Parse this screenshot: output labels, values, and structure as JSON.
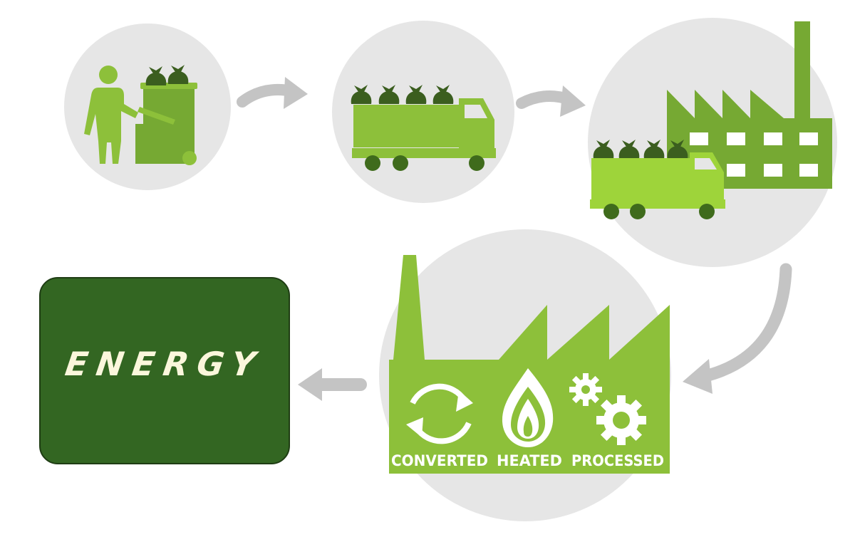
{
  "energy": {
    "label": "ENERGY"
  },
  "process_labels": {
    "converted": "CONVERTED",
    "heated": "HEATED",
    "processed": "PROCESSED"
  },
  "colors": {
    "bright_green": "#8dc03a",
    "mid_green": "#76a933",
    "dark_green": "#4b7a1f",
    "bag_green": "#3b5e1f",
    "wheel_green": "#3f6b1c",
    "circle_gray": "#e6e6e6",
    "arrow_gray": "#c4c4c4",
    "energy_bg": "#336622",
    "energy_text": "#fbf7dc"
  },
  "icons": [
    "person-icon",
    "waste-bin-icon",
    "garbage-bag-icon",
    "truck-icon",
    "factory-icon",
    "recycle-icon",
    "flame-icon",
    "gear-icon",
    "arrow-icon"
  ]
}
